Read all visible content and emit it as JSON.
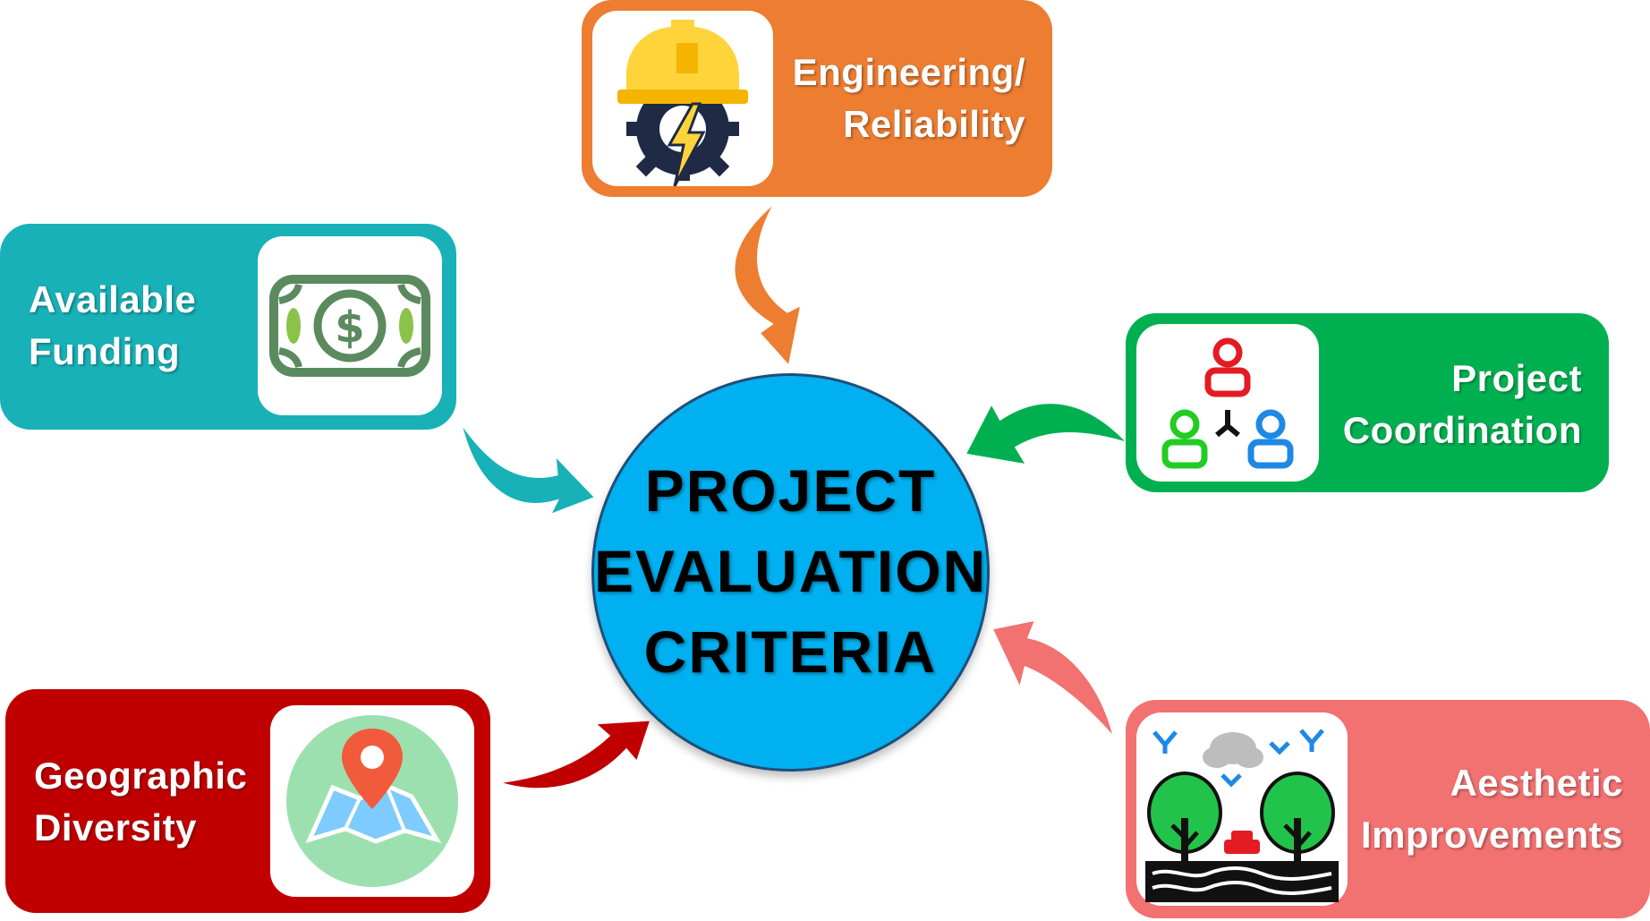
{
  "center": {
    "lines": [
      "PROJECT",
      "EVALUATION",
      "CRITERIA"
    ],
    "color": "#00b0f0"
  },
  "criteria": [
    {
      "id": "engineering",
      "label": "Engineering/\nReliability",
      "color": "#ed7d31",
      "icon": "hard-hat-gear-bolt-icon"
    },
    {
      "id": "funding",
      "label": "Available\nFunding",
      "color": "#17b1b7",
      "icon": "dollar-bill-icon"
    },
    {
      "id": "coordination",
      "label": "Project\nCoordination",
      "color": "#00b050",
      "icon": "people-network-icon"
    },
    {
      "id": "geographic",
      "label": "Geographic\nDiversity",
      "color": "#c00000",
      "icon": "map-pin-icon"
    },
    {
      "id": "aesthetic",
      "label": "Aesthetic\nImprovements",
      "color": "#f27171",
      "icon": "trees-landscape-icon"
    }
  ]
}
